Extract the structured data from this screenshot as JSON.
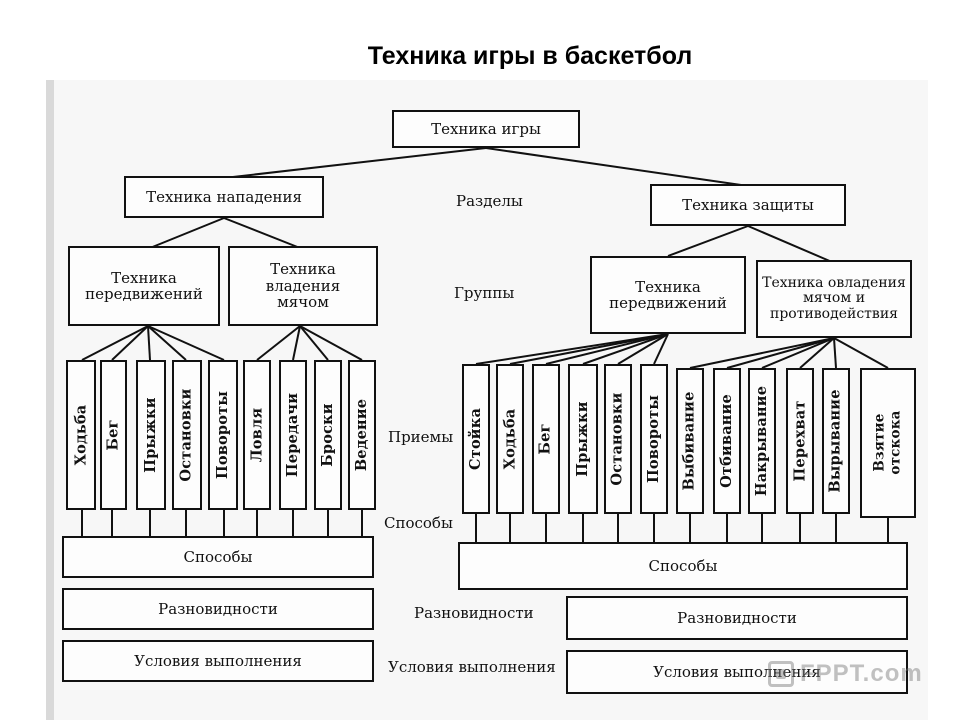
{
  "title": "Техника игры в баскетбол",
  "root": "Техника игры",
  "sections": {
    "attack": "Техника нападения",
    "defense": "Техника защиты"
  },
  "groups": {
    "attack_move": "Техника передвижений",
    "attack_ball": "Техника владения мячом",
    "defense_move": "Техника передвижений",
    "defense_ball": "Техника овладения мячом и противодействия"
  },
  "attack_techniques": [
    "Ходьба",
    "Бег",
    "Прыжки",
    "Остановки",
    "Повороты",
    "Ловля",
    "Передачи",
    "Броски",
    "Ведение"
  ],
  "defense_techniques": [
    "Стойка",
    "Ходьба",
    "Бег",
    "Прыжки",
    "Остановки",
    "Повороты",
    "Выбивание",
    "Отбивание",
    "Накрывание",
    "Перехват",
    "Вырывание",
    "Взятие отскока"
  ],
  "bottom": {
    "ways": "Способы",
    "varieties": "Разновидности",
    "conditions": "Условия выполнения"
  },
  "level_labels": {
    "sections": "Разделы",
    "groups": "Группы",
    "techniques": "Приемы",
    "ways": "Способы",
    "varieties": "Разновидности",
    "conditions": "Условия выполнения"
  },
  "watermark": "FPPT.com"
}
